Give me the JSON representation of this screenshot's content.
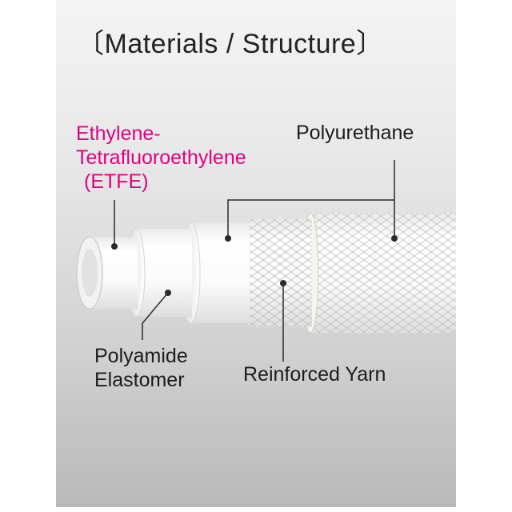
{
  "title": "〔Materials / Structure〕",
  "labels": {
    "etfe": [
      "Ethylene-",
      "Tetrafluoroethylene",
      "(ETFE)"
    ],
    "polyurethane": "Polyurethane",
    "polyamide": [
      "Polyamide",
      "Elastomer"
    ],
    "reinforced_yarn": "Reinforced Yarn"
  },
  "colors": {
    "accent": "#e4007f",
    "text": "#1c1c1c",
    "leader": "#2a2a2a"
  }
}
